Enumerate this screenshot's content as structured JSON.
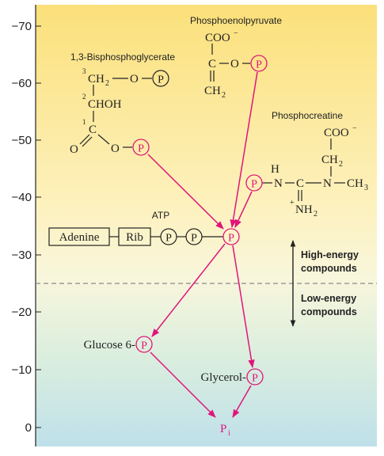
{
  "axis": {
    "ticks": [
      "−70",
      "−60",
      "−50",
      "−40",
      "−30",
      "−20",
      "−10",
      "0"
    ]
  },
  "labels": {
    "bisphosphoglycerate": "1,3-Bisphosphoglycerate",
    "phosphoenolpyruvate": "Phosphoenolpyruvate",
    "phosphocreatine": "Phosphocreatine",
    "atp": "ATP",
    "high_energy": [
      "High-energy",
      "compounds"
    ],
    "low_energy": [
      "Low-energy",
      "compounds"
    ]
  },
  "atp": {
    "adenine": "Adenine",
    "rib": "Rib"
  },
  "phosphate_symbol": "P",
  "low_compounds": {
    "glucose6": "Glucose 6-",
    "glycerol": "Glycerol-",
    "pi_base": "P",
    "pi_sub": "i"
  },
  "colors": {
    "accent": "#e0157a",
    "bg_top": "#fbe07a",
    "bg_mid": "#fdf3c6",
    "bg_bottom": "#bfe0ea",
    "ink": "#222222",
    "dashed": "#888888"
  }
}
